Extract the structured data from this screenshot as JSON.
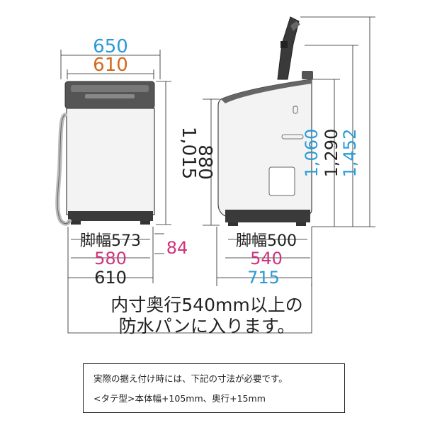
{
  "colors": {
    "outer_width": "#2a9ad6",
    "lid_width": "#d2691e",
    "leg_outer": "#d0337c",
    "text": "#222222",
    "body_fill": "#f1f1f1",
    "panel": "#454545",
    "outline": "#444444"
  },
  "front": {
    "overall_width": "650",
    "lid_width": "610",
    "height": "1,015",
    "leg_width": "脚幅573",
    "leg_outer": "580",
    "base_width": "610",
    "leg_side": "84"
  },
  "side": {
    "height": "880",
    "leg_width": "脚幅500",
    "leg_outer": "540",
    "depth": "715",
    "lid_open_1": "1,060",
    "lid_open_2": "1,290",
    "lid_open_3": "1,452"
  },
  "pan_text": {
    "line1": "内寸奥行540mm以上の",
    "line2": "防水パンに入ります。"
  },
  "note": {
    "line1": "実際の据え付け時には、下記の寸法が必要です。",
    "line2": "<タテ型>本体幅+105mm、奥行+15mm"
  }
}
